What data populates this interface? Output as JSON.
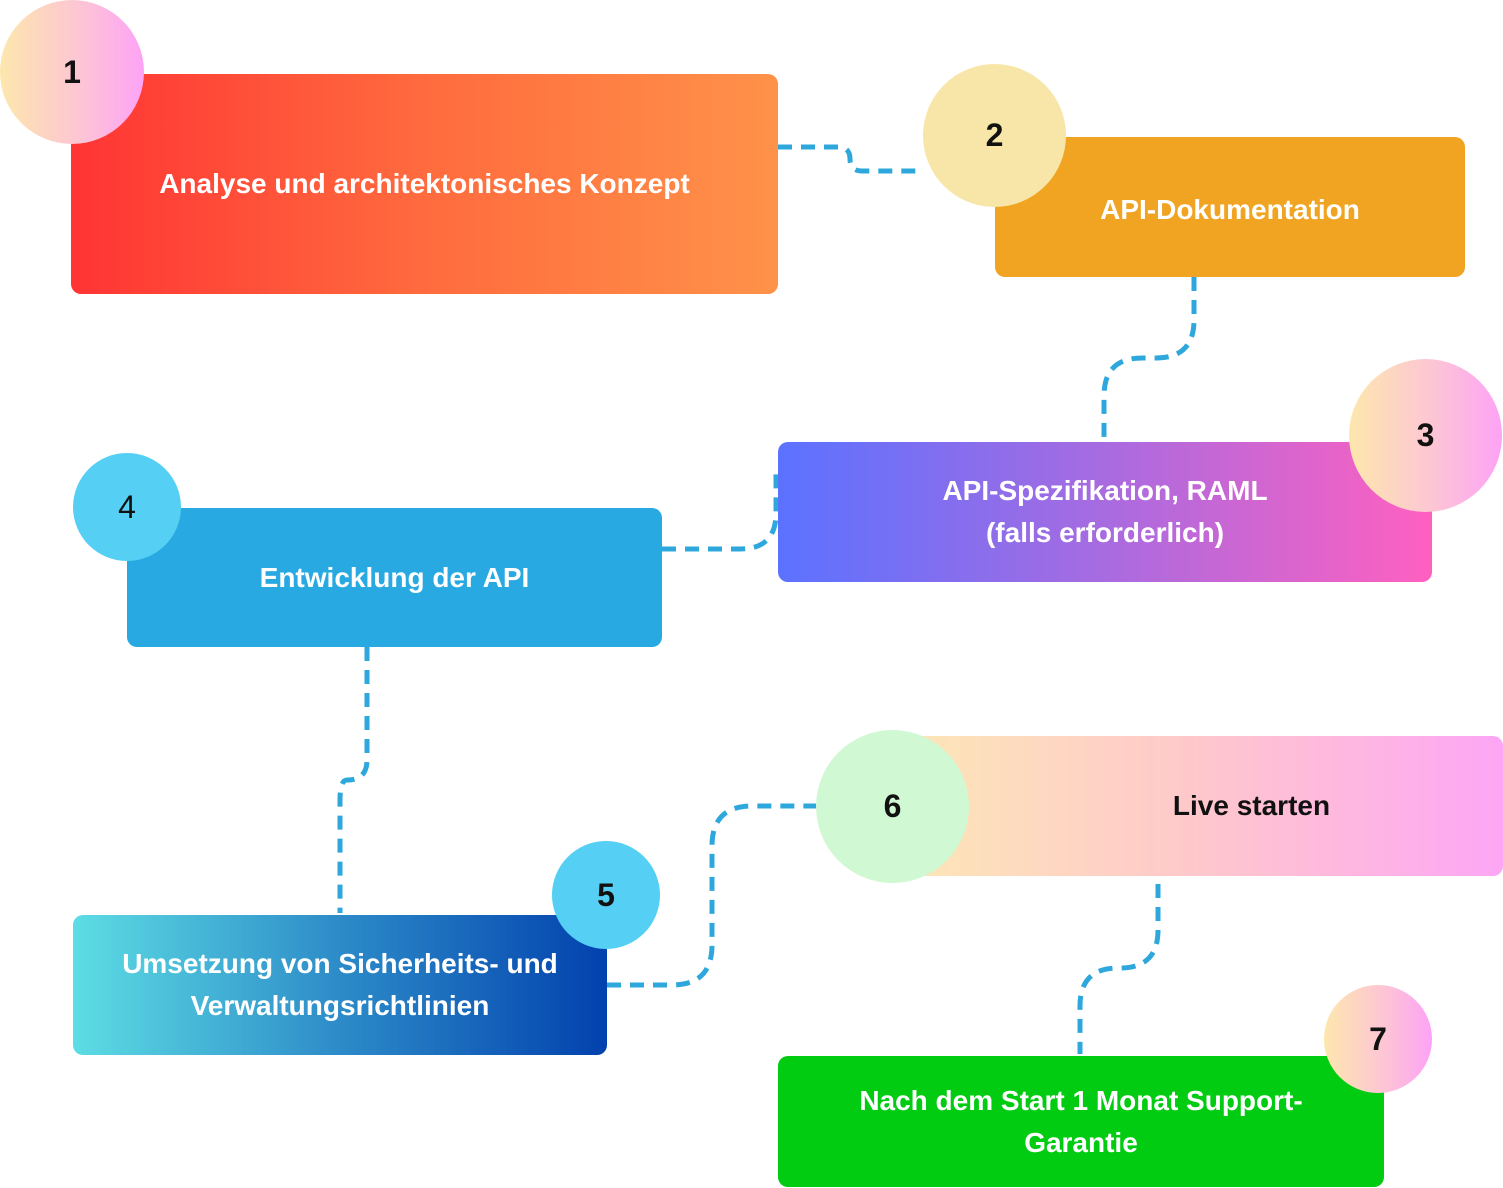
{
  "steps": [
    {
      "number": "1",
      "label": "Analyse und architektonisches Konzept"
    },
    {
      "number": "2",
      "label": "API-Dokumentation"
    },
    {
      "number": "3",
      "label": "API-Spezifikation, RAML\n(falls erforderlich)"
    },
    {
      "number": "4",
      "label": "Entwicklung der API"
    },
    {
      "number": "5",
      "label": "Umsetzung von Sicherheits- und\nVerwaltungsrichtlinien"
    },
    {
      "number": "6",
      "label": "Live starten"
    },
    {
      "number": "7",
      "label": "Nach dem Start 1 Monat Support-\nGarantie"
    }
  ],
  "colors": {
    "connector": "#2ea8dc",
    "step_1": [
      "#ff3434",
      "#ff9249"
    ],
    "step_2": "#f0a421",
    "step_3": [
      "#5b72ff",
      "#ff60c0"
    ],
    "step_4": "#28a9e1",
    "step_5": [
      "#5ddde4",
      "#0241ae"
    ],
    "step_6": [
      "#fde7b6",
      "#fda6f5"
    ],
    "step_7": "#02cc12"
  }
}
